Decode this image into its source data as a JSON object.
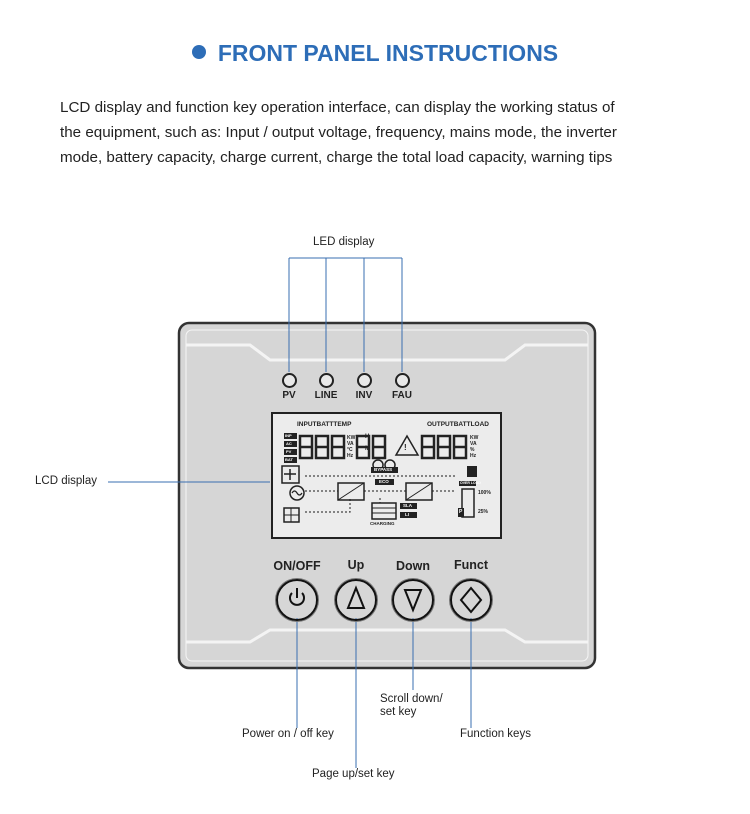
{
  "title": "FRONT PANEL INSTRUCTIONS",
  "intro_lines": [
    "LCD display and function key operation interface, can display the working status of",
    "the equipment, such as: Input / output voltage, frequency, mains mode, the inverter",
    "mode, battery capacity, charge current, charge the total load capacity, warning tips"
  ],
  "callouts": {
    "led_display": "LED display",
    "lcd_display": "LCD display",
    "scroll_down_line1": "Scroll down/",
    "scroll_down_line2": "set key",
    "power_key": "Power on / off key",
    "function_keys": "Function keys",
    "page_up": "Page up/set key"
  },
  "leds": [
    "PV",
    "LINE",
    "INV",
    "FAU"
  ],
  "keys": [
    {
      "label": "ON/OFF",
      "icon": "power-icon"
    },
    {
      "label": "Up",
      "icon": "triangle-up-icon"
    },
    {
      "label": "Down",
      "icon": "triangle-down-icon"
    },
    {
      "label": "Funct",
      "icon": "diamond-icon"
    }
  ],
  "lcd": {
    "input_label": "INPUTBATTTEMP",
    "output_label": "OUTPUTBATTLOAD",
    "digits_left": "888",
    "digits_mid": "88",
    "digits_right": "888",
    "bypass": "BYPASS",
    "eco": "ECO",
    "charging": "CHARGING",
    "sla": "SLA",
    "li": "LI",
    "overload": "OVER LOAD",
    "pct_100": "100%",
    "pct_25": "25%",
    "unit_kw": "KW",
    "unit_va": "VA",
    "unit_hz": "Hz",
    "unit_pct": "%",
    "unit_c": "°C",
    "h": "H",
    "m": "M",
    "warn": "!",
    "side_tags": [
      "INP",
      "AC",
      "PV",
      "BAT"
    ],
    "p": "P"
  },
  "colors": {
    "accent": "#2d6db7",
    "panel": "#d6d6d6",
    "lcd": "#ececec",
    "callout_line": "#3a6fb0"
  }
}
